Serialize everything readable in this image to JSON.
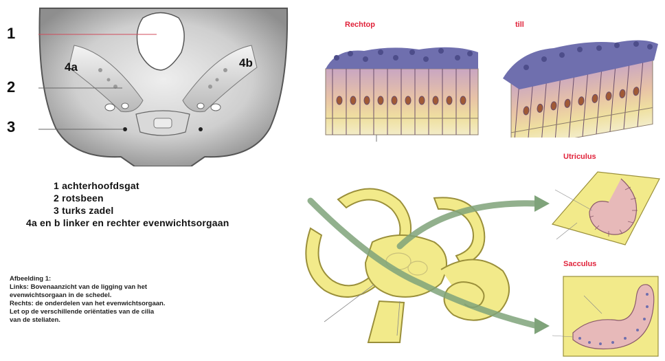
{
  "skull_labels": {
    "n1": "1",
    "n2": "2",
    "n3": "3",
    "l4a": "4a",
    "l4b": "4b"
  },
  "legend": {
    "item1": "1  achterhoofdsgat",
    "item2": "2  rotsbeen",
    "item3": "3  turks zadel",
    "item4": "4a en b linker en rechter evenwichtsorgaan"
  },
  "caption": {
    "title": "Afbeelding 1:",
    "lines": [
      "Links: Bovenaanzicht van de ligging van het",
      "evenwichtsorgaan in de schedel.",
      "Rechts: de onderdelen van het evenwichtsorgaan.",
      "Let op de verschillende oriëntaties van de cilia",
      "van de steliaten."
    ]
  },
  "panels": {
    "rechtop": "Rechtop",
    "tilted": "till",
    "utriculus": "Utriculus",
    "sacculus": "Sacculus"
  },
  "colors": {
    "title_red": "#e0223a",
    "ear_yellow": "#f2ea8a",
    "arrow_green": "#7fa37a",
    "cilia_purple": "#5a5a99",
    "cell_pink": "#e8c3a6"
  }
}
